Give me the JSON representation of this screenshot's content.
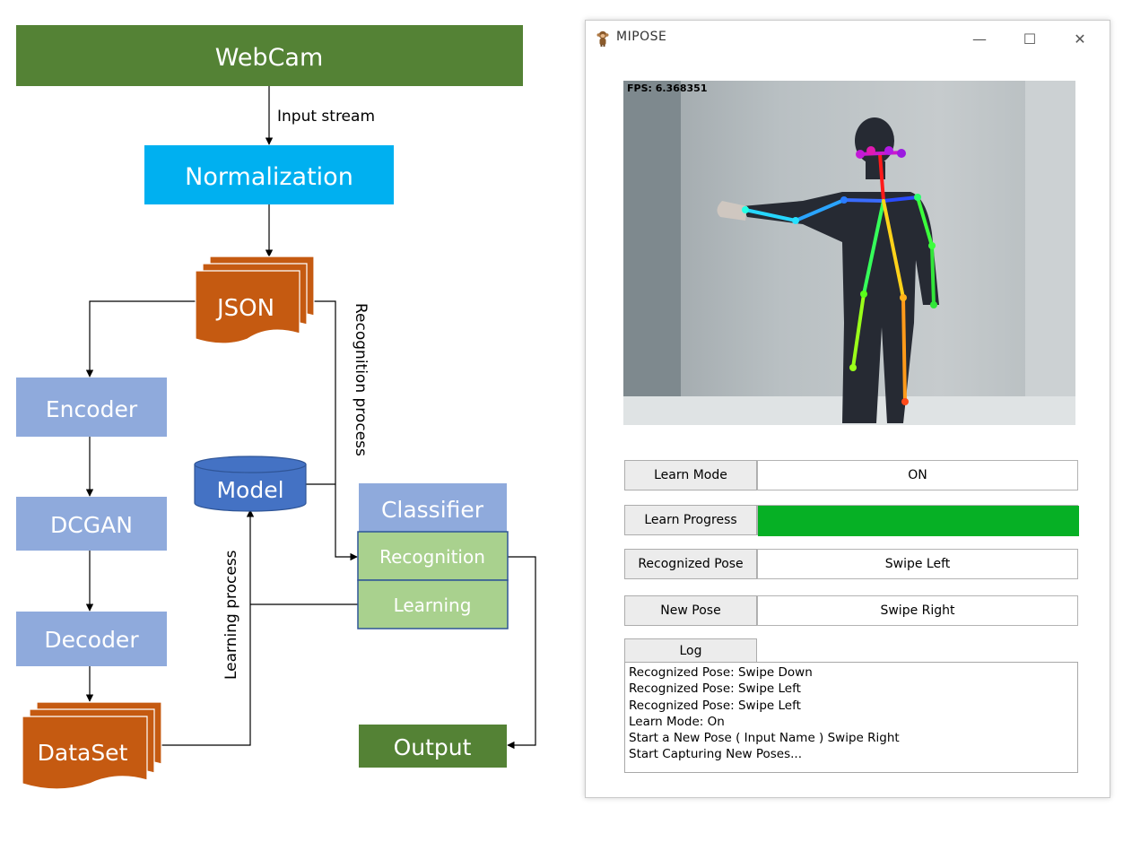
{
  "flow": {
    "webcam": "WebCam",
    "input_stream": "Input stream",
    "normalization": "Normalization",
    "json": "JSON",
    "recognition_process": "Recognition process",
    "encoder": "Encoder",
    "dcgan": "DCGAN",
    "decoder": "Decoder",
    "dataset": "DataSet",
    "model": "Model",
    "learning_process": "Learning process",
    "classifier": "Classifier",
    "recognition": "Recognition",
    "learning": "Learning",
    "output": "Output",
    "colors": {
      "dark_green": "#548235",
      "cyan": "#00b0f0",
      "orange": "#c55a11",
      "light_blue": "#8faadc",
      "db_blue": "#4472c4",
      "light_green": "#a9d18e",
      "border_blue": "#2f5597"
    }
  },
  "window": {
    "title": "MIPOSE",
    "icon": "monkey-app-icon",
    "controls": {
      "minimize": "—",
      "maximize": "☐",
      "close": "✕"
    },
    "fps_text": "FPS: 6.368351",
    "learn_mode_label": "Learn Mode",
    "learn_mode_value": "ON",
    "learn_progress_label": "Learn Progress",
    "learn_progress": 1.0,
    "recognized_pose_label": "Recognized Pose",
    "recognized_pose_value": "Swipe Left",
    "new_pose_label": "New Pose",
    "new_pose_value": "Swipe Right",
    "log_label": "Log",
    "log_lines": [
      "Recognized Pose: Swipe Down",
      "Recognized Pose: Swipe Left",
      "Recognized Pose: Swipe Left",
      "Learn Mode: On",
      "Start a New Pose ( Input Name ) Swipe Right",
      "Start Capturing New Poses..."
    ],
    "progress_color": "#06b025"
  }
}
